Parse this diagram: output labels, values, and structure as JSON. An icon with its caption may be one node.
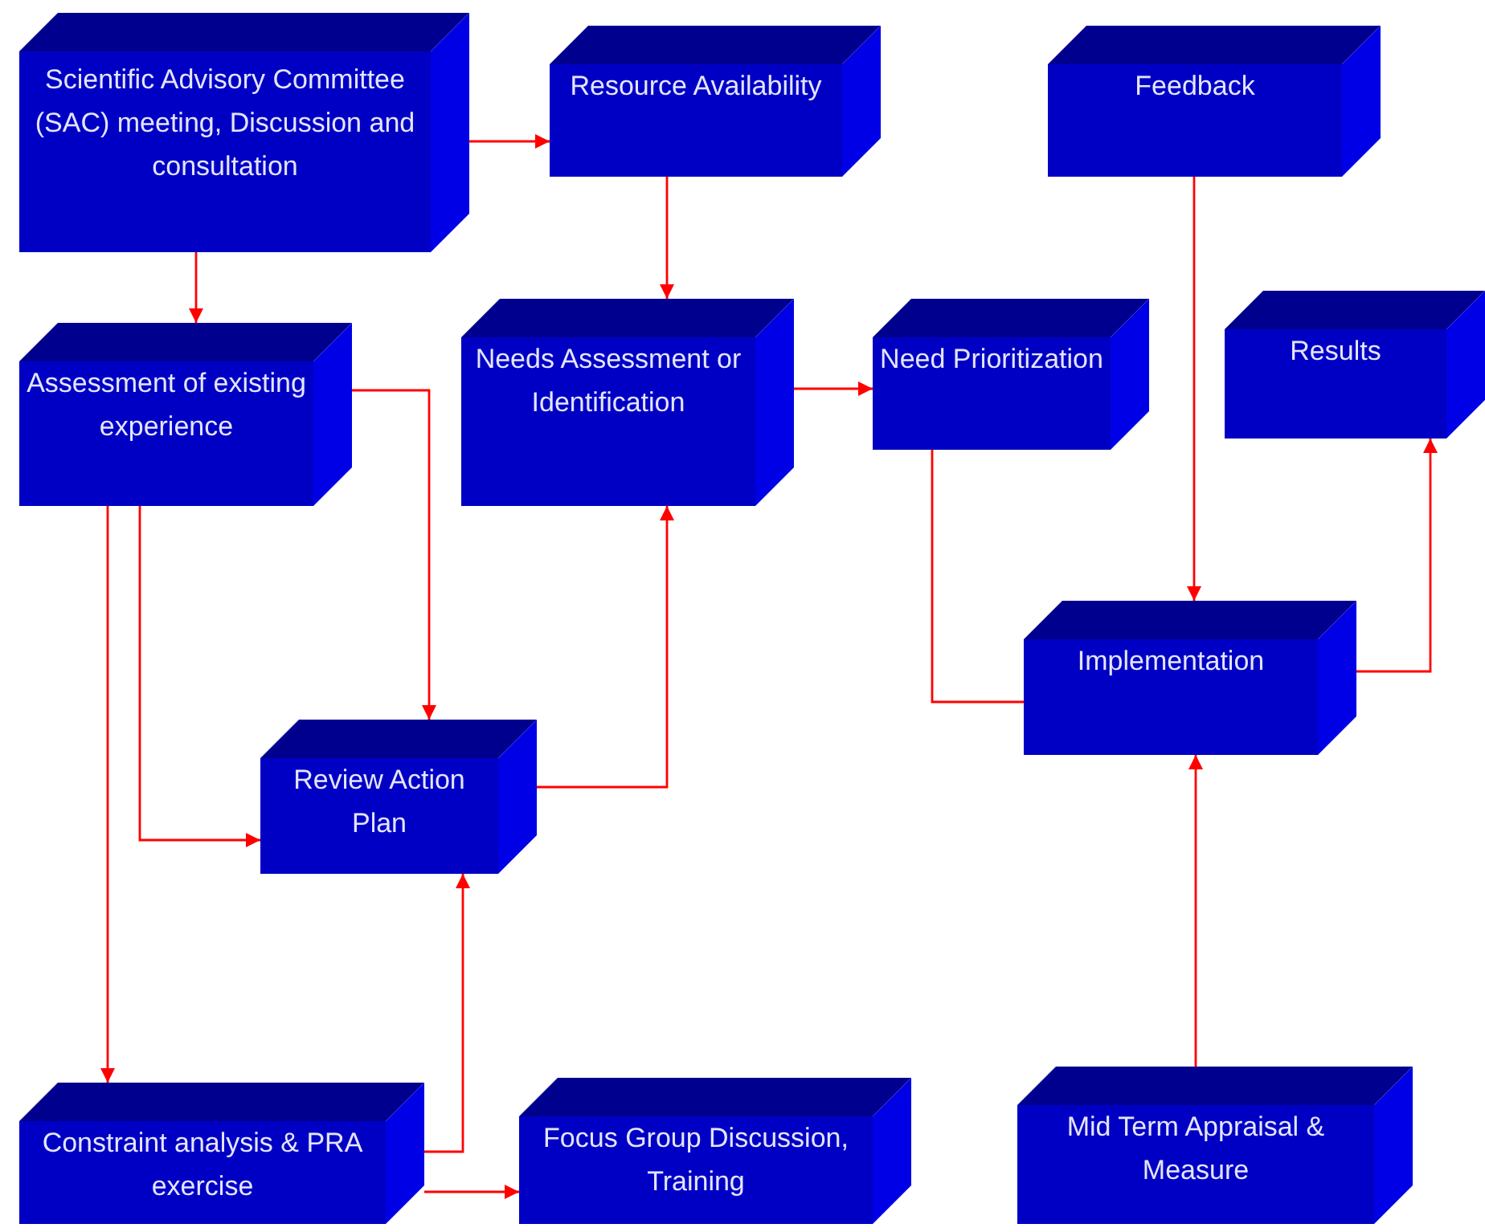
{
  "diagram": {
    "nodes": [
      {
        "text": [
          "Scientific Advisory Committee (SAC) meeting, Discussion and consultation"
        ]
      },
      {
        "text": [
          "Resource Availability"
        ]
      },
      {
        "text": [
          "Feedback"
        ]
      },
      {
        "text": [
          "Assessment of existing experience"
        ]
      },
      {
        "text": [
          "Needs Assessment or Identification"
        ]
      },
      {
        "text": [
          "Need Prioritization"
        ]
      },
      {
        "text": [
          "Results"
        ]
      },
      {
        "text": [
          "Implementation"
        ]
      },
      {
        "text": [
          "Review Action Plan"
        ]
      },
      {
        "text": [
          "Constraint analysis & PRA exercise"
        ]
      },
      {
        "text": [
          "Focus Group Discussion, Training"
        ]
      },
      {
        "text": [
          "Mid Term Appraisal & Measure"
        ]
      }
    ],
    "edges": [
      {
        "from": 0,
        "to": 1,
        "arrow": "to"
      },
      {
        "from": 0,
        "to": 3,
        "arrow": "to"
      },
      {
        "from": 1,
        "to": 4,
        "arrow": "to"
      },
      {
        "from": 2,
        "to": 7,
        "arrow": "to"
      },
      {
        "from": 3,
        "to": 8,
        "arrow": "to"
      },
      {
        "from": 3,
        "to": 8,
        "arrow": "to"
      },
      {
        "from": 3,
        "to": 9,
        "arrow": "to"
      },
      {
        "from": 4,
        "to": 5,
        "arrow": "to"
      },
      {
        "from": 8,
        "to": 4,
        "arrow": "to"
      },
      {
        "from": 5,
        "to": 7,
        "arrow": "none"
      },
      {
        "from": 7,
        "to": 6,
        "arrow": "to"
      },
      {
        "from": 9,
        "to": 8,
        "arrow": "to"
      },
      {
        "from": 9,
        "to": 10,
        "arrow": "to"
      },
      {
        "from": 11,
        "to": 7,
        "arrow": "to"
      }
    ]
  }
}
